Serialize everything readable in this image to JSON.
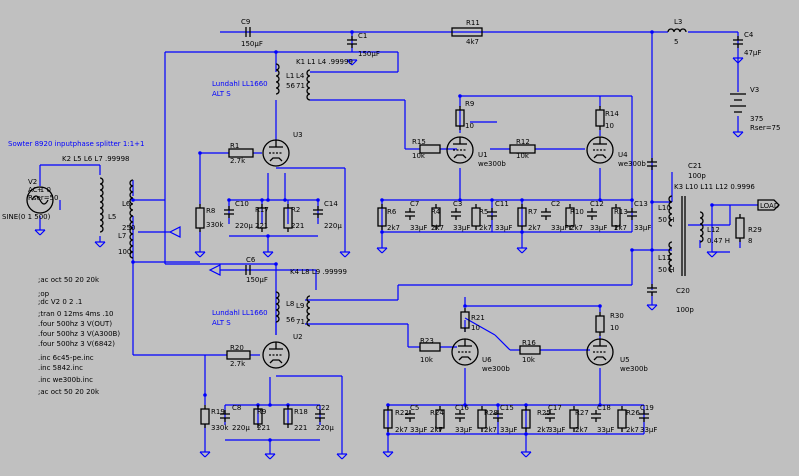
{
  "notes": {
    "splitter_title": "Sowter 8920 inputphase splitter 1:1+1",
    "coupling_in": "K2 L5 L6 L7 .99998",
    "coupling_top": "K1 L1 L4 .99999",
    "coupling_bottom": "K4 L8 L9 .99999",
    "coupling_out": "K3 L10 L11 L12 0.9996",
    "lundahl_top": [
      "Lundahl LL1660",
      "ALT S"
    ],
    "lundahl_bottom": [
      "Lundahl LL1660",
      "ALT S"
    ]
  },
  "directives": [
    ";ac oct 50 20 20k",
    ";op",
    ";dc V2 0 2 .1",
    ";tran 0 12ms 4ms .10",
    ".four 500hz 3 V(OUT)",
    ".four 500hz 3 V(A300B)",
    ".four 500hz 3 V(6842)",
    ".inc 6c45-pe.inc",
    ".inc 5842.inc",
    ".inc we300b.inc",
    ";ac oct 50 20 20k"
  ],
  "labels": {
    "C9": [
      "C9",
      "150µF"
    ],
    "R11": [
      "R11",
      "4k7"
    ],
    "C1": [
      "C1",
      "150µF"
    ],
    "L3": [
      "L3",
      "5"
    ],
    "C4": [
      "C4",
      "47µF"
    ],
    "V3": [
      "V3",
      "375",
      "Rser=75"
    ],
    "L1": [
      "L1",
      "56"
    ],
    "L4": [
      "L4",
      "71"
    ],
    "R9": [
      "R9",
      "10"
    ],
    "R14": [
      "R14",
      "10"
    ],
    "R1": [
      "R1",
      "2.7k"
    ],
    "U3": [
      "U3"
    ],
    "R15": [
      "R15",
      "10k"
    ],
    "U1": [
      "U1",
      "we300b"
    ],
    "R12": [
      "R12",
      "10k"
    ],
    "U4": [
      "U4",
      "we300b"
    ],
    "V2": [
      "V2",
      "AC 1 0",
      "Rser=50",
      "SINE(0 1 500)"
    ],
    "L5": [
      "L5",
      "100"
    ],
    "L6": [
      "L6",
      "250"
    ],
    "L7": [
      "L7",
      "100"
    ],
    "R8": [
      "R8",
      "330k"
    ],
    "C10": [
      "C10",
      "220µ"
    ],
    "R17": [
      "R17",
      "221"
    ],
    "R2": [
      "R2",
      "221"
    ],
    "C14": [
      "C14",
      "220µ"
    ],
    "R6": [
      "R6",
      "2k7"
    ],
    "C7": [
      "C7",
      "33µF"
    ],
    "R4": [
      "R4",
      "2k7"
    ],
    "C3": [
      "C3",
      "33µF"
    ],
    "R5": [
      "R5",
      "2k7"
    ],
    "C11": [
      "C11",
      "33µF"
    ],
    "R7": [
      "R7",
      "2k7"
    ],
    "C2": [
      "C2",
      "33µF"
    ],
    "R10": [
      "R10",
      "2k7"
    ],
    "C12": [
      "C12",
      "33µF"
    ],
    "R13": [
      "R13",
      "2k7"
    ],
    "C13": [
      "C13",
      "33µF"
    ],
    "C21": [
      "C21",
      "100p"
    ],
    "L10": [
      "L10",
      "50 H"
    ],
    "L11": [
      "L11",
      "50 H"
    ],
    "L12": [
      "L12",
      "0.47 H"
    ],
    "R29": [
      "R29",
      "8"
    ],
    "LOAD": [
      "LOAD"
    ],
    "C20": [
      "C20",
      "100p"
    ],
    "C6": [
      "C6",
      "150µF"
    ],
    "L8": [
      "L8",
      "56"
    ],
    "L9": [
      "L9",
      "71"
    ],
    "R21": [
      "R21",
      "10"
    ],
    "R30": [
      "R30",
      "10"
    ],
    "R23": [
      "R23",
      "10k"
    ],
    "U6": [
      "U6",
      "we300b"
    ],
    "R16": [
      "R16",
      "10k"
    ],
    "U5": [
      "U5",
      "we300b"
    ],
    "R20": [
      "R20",
      "2.7k"
    ],
    "U2": [
      "U2"
    ],
    "R19": [
      "R19",
      "330k"
    ],
    "C8": [
      "C8",
      "220µ"
    ],
    "R9b": [
      "R9",
      "221"
    ],
    "R18": [
      "R18",
      "221"
    ],
    "C22": [
      "C22",
      "220µ"
    ],
    "R22": [
      "R22",
      "2k7"
    ],
    "C5": [
      "C5",
      "33µF"
    ],
    "R24": [
      "R24",
      "2k7"
    ],
    "C16": [
      "C16",
      "33µF"
    ],
    "R28": [
      "R28",
      "2k7"
    ],
    "C15": [
      "C15",
      "33µF"
    ],
    "R25": [
      "R25",
      "2k7"
    ],
    "C17": [
      "C17",
      "33µF"
    ],
    "R27": [
      "R27",
      "2k7"
    ],
    "C18": [
      "C18",
      "33µF"
    ],
    "R26": [
      "R26",
      "2k7"
    ],
    "C19": [
      "C19",
      "33µF"
    ]
  }
}
